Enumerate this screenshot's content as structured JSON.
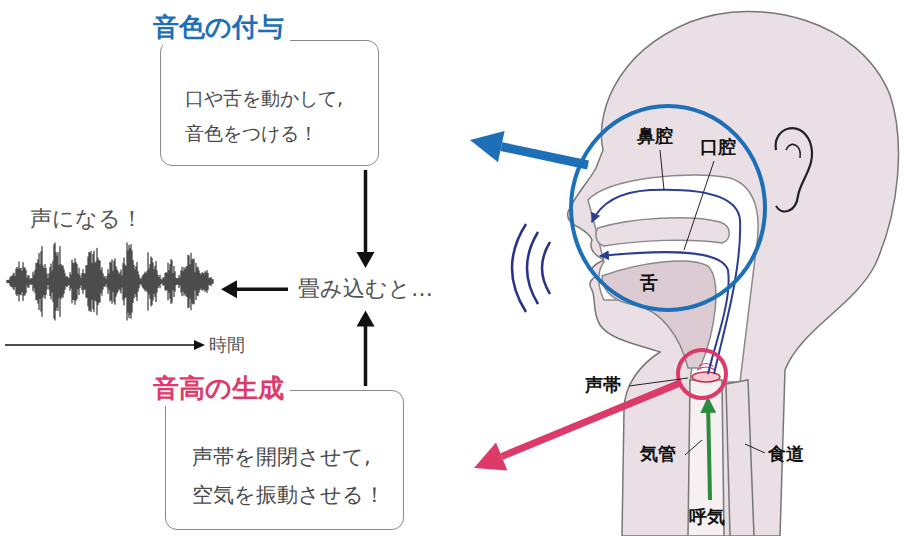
{
  "diagram": {
    "nodes": [
      {
        "text": [
          "音色の付与",
          "口や舌を動かして, 音色をつける！"
        ]
      },
      {
        "text": [
          "声になる！"
        ]
      },
      {
        "text": [
          "畳み込むと…"
        ]
      },
      {
        "text": [
          "音高の生成",
          "声帯を開閉させて, 空気を振動させる！"
        ]
      }
    ],
    "edges": [
      {
        "from": 0,
        "to": 2,
        "arrow": "to"
      },
      {
        "from": 3,
        "to": 2,
        "arrow": "to"
      },
      {
        "from": 2,
        "to": 1,
        "arrow": "to"
      }
    ],
    "labels": [
      "鼻腔",
      "口腔",
      "舌",
      "声帯",
      "気管",
      "食道",
      "呼気",
      "時間"
    ]
  }
}
